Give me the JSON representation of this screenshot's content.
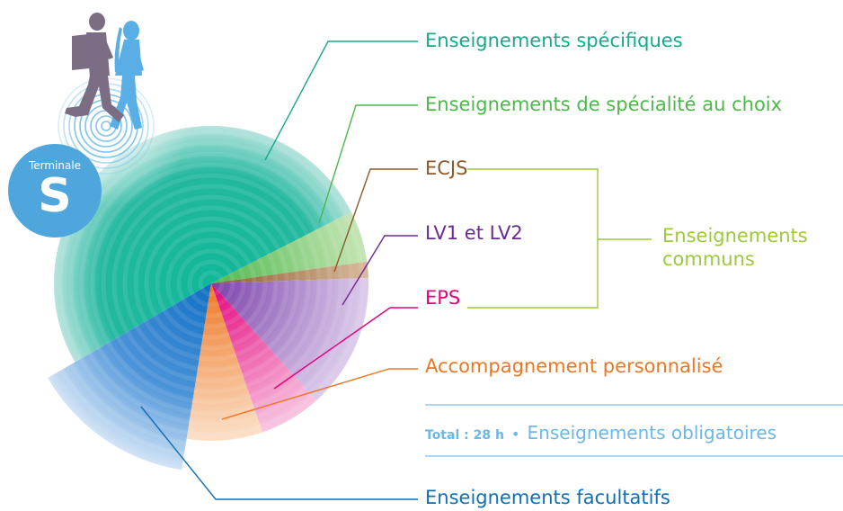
{
  "chart_data": {
    "type": "pie",
    "title": "",
    "slices": [
      {
        "label": "Enseignements spécifiques",
        "color": "#17b79a"
      },
      {
        "label": "Enseignements de spécialité au choix",
        "color": "#7ec86b"
      },
      {
        "label": "ECJS",
        "color": "#a7795a"
      },
      {
        "label": "LV1 et LV2",
        "color": "#9467bd"
      },
      {
        "label": "EPS",
        "color": "#e4379a"
      },
      {
        "label": "Accompagnement personnalisé",
        "color": "#f59a5a"
      },
      {
        "label": "Enseignements facultatifs",
        "color": "#3a8ed6"
      }
    ],
    "group_label": "Enseignements communs",
    "group_color": "#9cc93e"
  },
  "badge": {
    "level": "Terminale",
    "series": "S"
  },
  "total": {
    "hours": "Total : 28 h",
    "bullet": "•",
    "text": "Enseignements obligatoires"
  },
  "colors": {
    "specifiques": "#17a98c",
    "specialite": "#4cb84a",
    "ecjs": "#8b5a2b",
    "lv": "#6b2c91",
    "eps": "#e4007c",
    "accompagnement": "#ee7623",
    "facultatifs": "#0f6fb4",
    "communs": "#9cc93e",
    "total": "#6ab8e6"
  },
  "icons": [
    "walking-students-icon",
    "concentric-circles-icon"
  ]
}
